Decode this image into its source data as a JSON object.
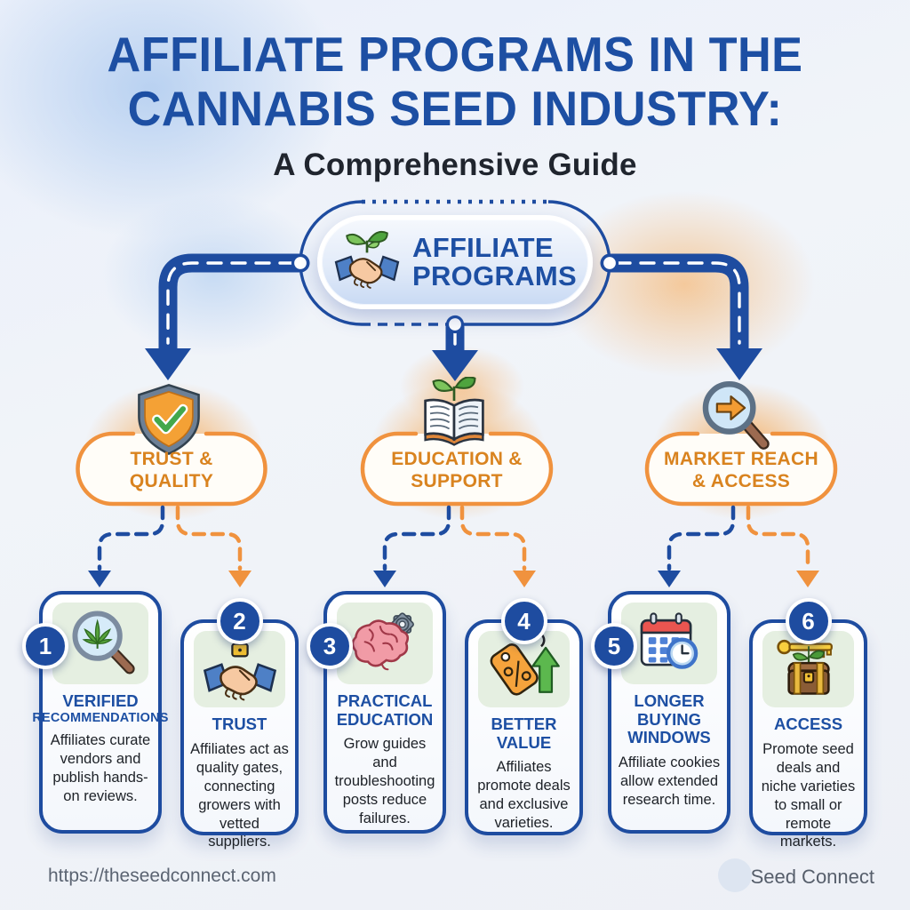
{
  "title": {
    "line1": "AFFILIATE PROGRAMS IN THE",
    "line2": "CANNABIS SEED INDUSTRY:",
    "subtitle": "A Comprehensive Guide"
  },
  "center": {
    "label_line1": "AFFILIATE",
    "label_line2": "PROGRAMS",
    "icon": "handshake-sprout-icon"
  },
  "branches": [
    {
      "label_line1": "TRUST &",
      "label_line2": "QUALITY",
      "icon": "shield-check-icon"
    },
    {
      "label_line1": "EDUCATION &",
      "label_line2": "SUPPORT",
      "icon": "book-sprout-icon"
    },
    {
      "label_line1": "MARKET REACH",
      "label_line2": "& ACCESS",
      "icon": "magnifier-arrow-icon"
    }
  ],
  "cards": [
    {
      "number": "1",
      "title_line1": "VERIFIED",
      "title_line2": "RECOMMENDATIONS",
      "body": "Affiliates curate vendors and publish hands-on reviews.",
      "icon": "magnifier-leaf-icon"
    },
    {
      "number": "2",
      "title_line1": "TRUST",
      "title_line2": "",
      "body": "Affiliates act as quality gates, connecting growers with vetted suppliers.",
      "icon": "handshake-lock-icon"
    },
    {
      "number": "3",
      "title_line1": "PRACTICAL",
      "title_line2": "EDUCATION",
      "body": "Grow guides and troubleshooting posts reduce failures.",
      "icon": "brain-gear-icon"
    },
    {
      "number": "4",
      "title_line1": "BETTER",
      "title_line2": "VALUE",
      "body": "Affiliates promote deals and exclusive varieties.",
      "icon": "price-tag-arrow-icon"
    },
    {
      "number": "5",
      "title_line1": "LONGER BUYING",
      "title_line2": "WINDOWS",
      "body": "Affiliate cookies allow extended research time.",
      "icon": "calendar-clock-icon"
    },
    {
      "number": "6",
      "title_line1": "ACCESS",
      "title_line2": "",
      "body": "Promote seed deals and niche varieties to small or remote markets.",
      "icon": "key-chest-icon"
    }
  ],
  "footer": {
    "url": "https://theseedconnect.com",
    "brand": "Seed Connect"
  },
  "colors": {
    "accent_blue": "#1d4fa3",
    "connector_blue": "#1e4ca0",
    "accent_orange": "#f0923e",
    "orange_text": "#d9831f",
    "tile_green": "#e5efe1",
    "body_text": "#1d2127",
    "footer_text": "#5b6472"
  }
}
